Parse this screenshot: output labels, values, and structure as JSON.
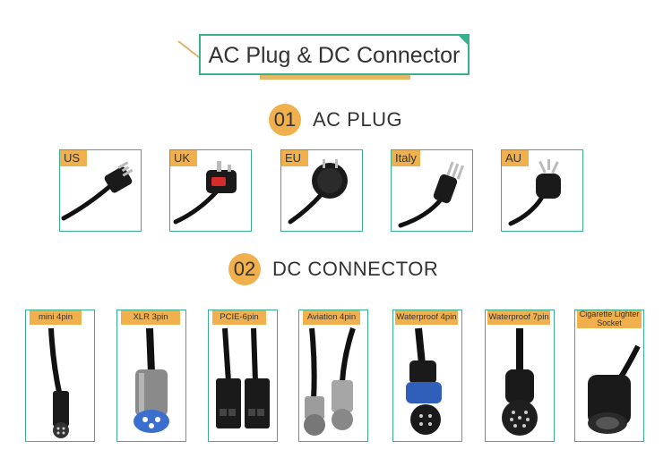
{
  "header": {
    "title": "AC Plug & DC Connector"
  },
  "sections": [
    {
      "number": "01",
      "label": "AC PLUG"
    },
    {
      "number": "02",
      "label": "DC CONNECTOR"
    }
  ],
  "ac_plugs": [
    {
      "label": "US",
      "icon": "us-plug-icon"
    },
    {
      "label": "UK",
      "icon": "uk-plug-icon"
    },
    {
      "label": "EU",
      "icon": "eu-plug-icon"
    },
    {
      "label": "Italy",
      "icon": "italy-plug-icon"
    },
    {
      "label": "AU",
      "icon": "au-plug-icon"
    }
  ],
  "dc_connectors": [
    {
      "label": "mini 4pin",
      "icon": "mini-4pin-connector-icon"
    },
    {
      "label": "XLR 3pin",
      "icon": "xlr-3pin-connector-icon"
    },
    {
      "label": "PCIE-6pin",
      "icon": "pcie-6pin-connector-icon"
    },
    {
      "label": "Aviation 4pin",
      "icon": "aviation-4pin-connector-icon"
    },
    {
      "label": "Waterproof 4pin",
      "icon": "waterproof-4pin-connector-icon"
    },
    {
      "label": "Waterproof 7pin",
      "icon": "waterproof-7pin-connector-icon"
    },
    {
      "label": "Cigarette Lighter Socket",
      "icon": "cigarette-lighter-socket-icon"
    }
  ],
  "colors": {
    "accent_green": "#3bb08f",
    "accent_orange": "#f0b04d",
    "text": "#333333"
  }
}
